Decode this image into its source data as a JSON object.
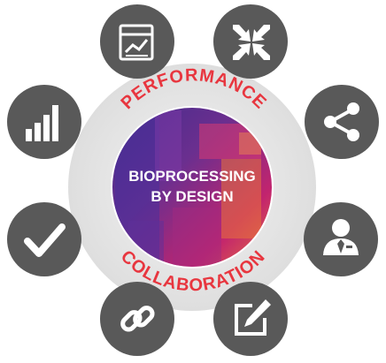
{
  "diagram": {
    "arc_top": "PERFORMANCE",
    "arc_bottom": "COLLABORATION",
    "center_line1": "BIOPROCESSING",
    "center_line2": "BY DESIGN",
    "nodes": [
      {
        "icon": "chart-report-icon"
      },
      {
        "icon": "compress-arrows-icon"
      },
      {
        "icon": "share-icon"
      },
      {
        "icon": "user-manager-icon"
      },
      {
        "icon": "edit-icon"
      },
      {
        "icon": "link-icon"
      },
      {
        "icon": "checkmark-icon"
      },
      {
        "icon": "bar-chart-icon"
      }
    ]
  },
  "colors": {
    "ring": "#e8e8e8",
    "node_fill": "#595959",
    "icon": "#ffffff",
    "arc_text": "#e8363f",
    "center_purple": "#5e2a88",
    "center_magenta": "#c6266f",
    "center_orange": "#e6713a"
  }
}
